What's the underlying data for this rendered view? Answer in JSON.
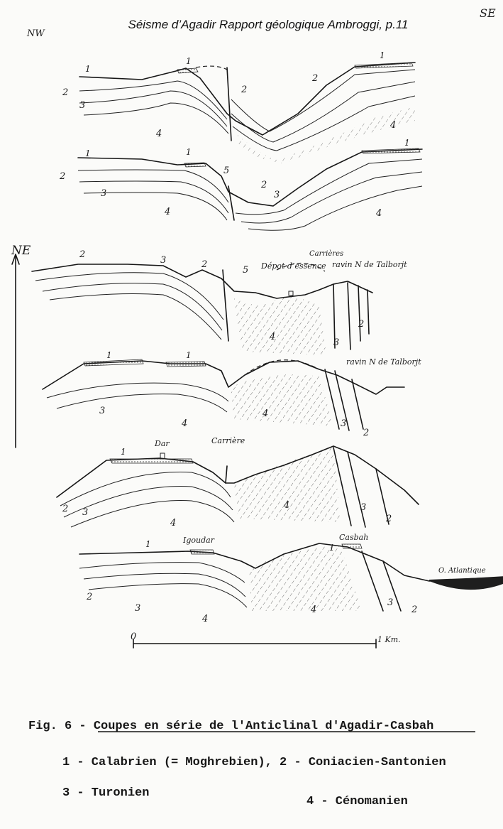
{
  "header": {
    "title": "Séisme d’Agadir Rapport géologique Ambroggi, p.11",
    "nw": "NW",
    "se": "SE",
    "ne": "NE"
  },
  "sections": {
    "s1": {
      "labels": [
        "1",
        "2",
        "3",
        "4",
        "1",
        "2",
        "1",
        "2",
        "4"
      ]
    },
    "s2": {
      "labels": [
        "1",
        "2",
        "3",
        "4",
        "1",
        "5",
        "2",
        "3",
        "1",
        "4"
      ]
    },
    "s3": {
      "labels": [
        "2",
        "3",
        "2",
        "5",
        "4",
        "3",
        "2"
      ],
      "depot": "Dépot d’essence",
      "carrieres": "Carrières",
      "ravin": "ravin N de Talborjt"
    },
    "s4": {
      "labels": [
        "1",
        "1",
        "3",
        "4",
        "4",
        "3",
        "2"
      ],
      "ravin": "ravin N de Talborjt"
    },
    "s5": {
      "labels": [
        "1",
        "2",
        "3",
        "4",
        "4",
        "3",
        "2"
      ],
      "dar": "Dar",
      "carriere": "Carrière"
    },
    "s6": {
      "labels": [
        "1",
        "2",
        "3",
        "4",
        "4",
        "1",
        "3",
        "2"
      ],
      "igoudar": "Igoudar",
      "casbah": "Casbah",
      "ocean": "O. Atlantique"
    }
  },
  "scale": {
    "zero": "0",
    "km": "1 Km."
  },
  "caption": {
    "fig": "Fig. 6 - Coupes en série de l'Anticlinal d'Agadir-Casbah",
    "legend1": "1 - Calabrien (= Moghrebien), 2 - Coniacien-Santonien",
    "legend3": "3 - Turonien",
    "legend4": "4 - Cénomanien"
  }
}
